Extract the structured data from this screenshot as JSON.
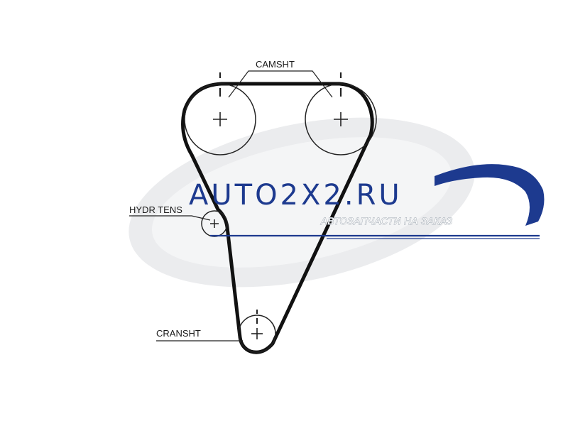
{
  "diagram": {
    "labels": {
      "camshaft": "CAMSHT",
      "tensioner": "HYDR TENS",
      "crankshaft": "CRANSHT"
    }
  },
  "watermark": {
    "brand": "AUTO2X2.RU",
    "tagline": "АВТОЗАПЧАСТИ НА ЗАКАЗ",
    "brand_color": "#1d3a8f",
    "logo_shade": "#e9eaec"
  }
}
